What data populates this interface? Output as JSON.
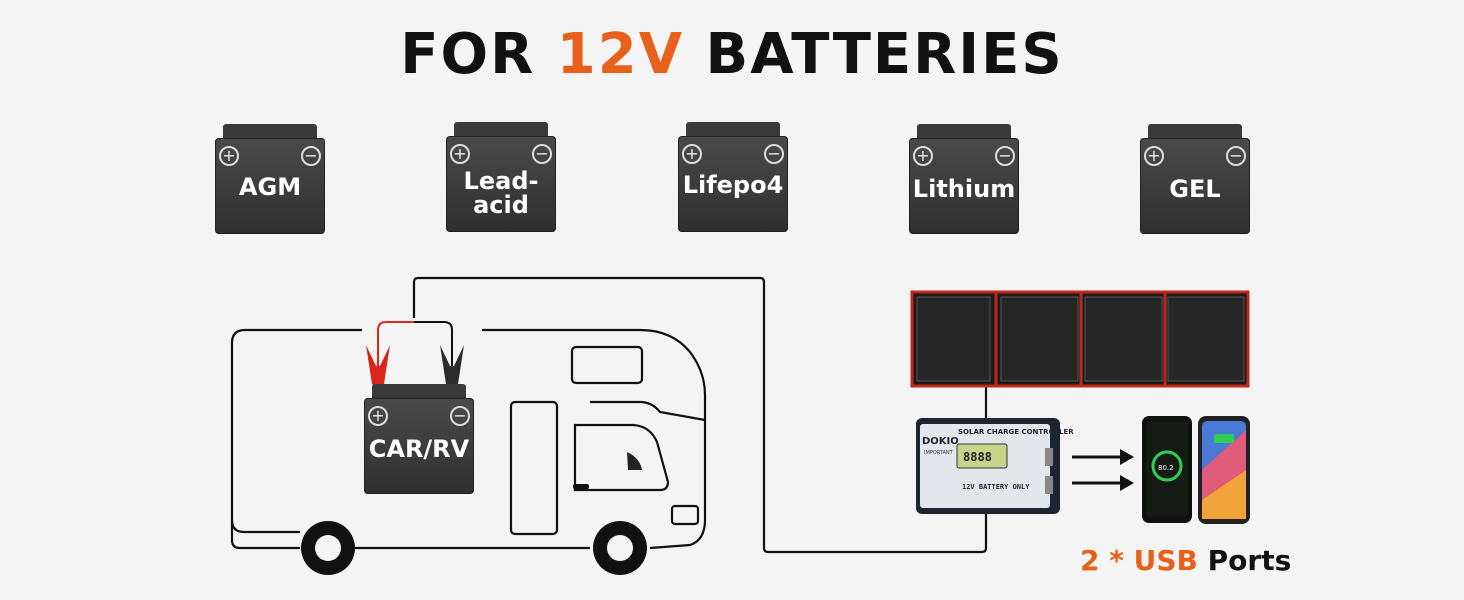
{
  "title": {
    "prefix": "FOR ",
    "accent": "12V",
    "suffix": " BATTERIES"
  },
  "batteries": [
    {
      "label_line1": "AGM",
      "label_line2": ""
    },
    {
      "label_line1": "Lead-",
      "label_line2": "acid"
    },
    {
      "label_line1": "Lifepo4",
      "label_line2": ""
    },
    {
      "label_line1": "Lithium",
      "label_line2": ""
    },
    {
      "label_line1": "GEL",
      "label_line2": ""
    }
  ],
  "rv_battery": {
    "label": "CAR/RV"
  },
  "controller": {
    "header": "SOLAR CHARGE CONTROLLER",
    "brand": "DOKIO",
    "important": "IMPORTANT",
    "display": "8888",
    "footer": "12V BATTERY ONLY"
  },
  "phone": {
    "charge_readout": "80.2"
  },
  "usb_caption": {
    "count": "2 * USB",
    "suffix": " Ports"
  },
  "colors": {
    "accent": "#e8611a",
    "panel_frame": "#c0281d",
    "clip_red": "#d8261c"
  }
}
